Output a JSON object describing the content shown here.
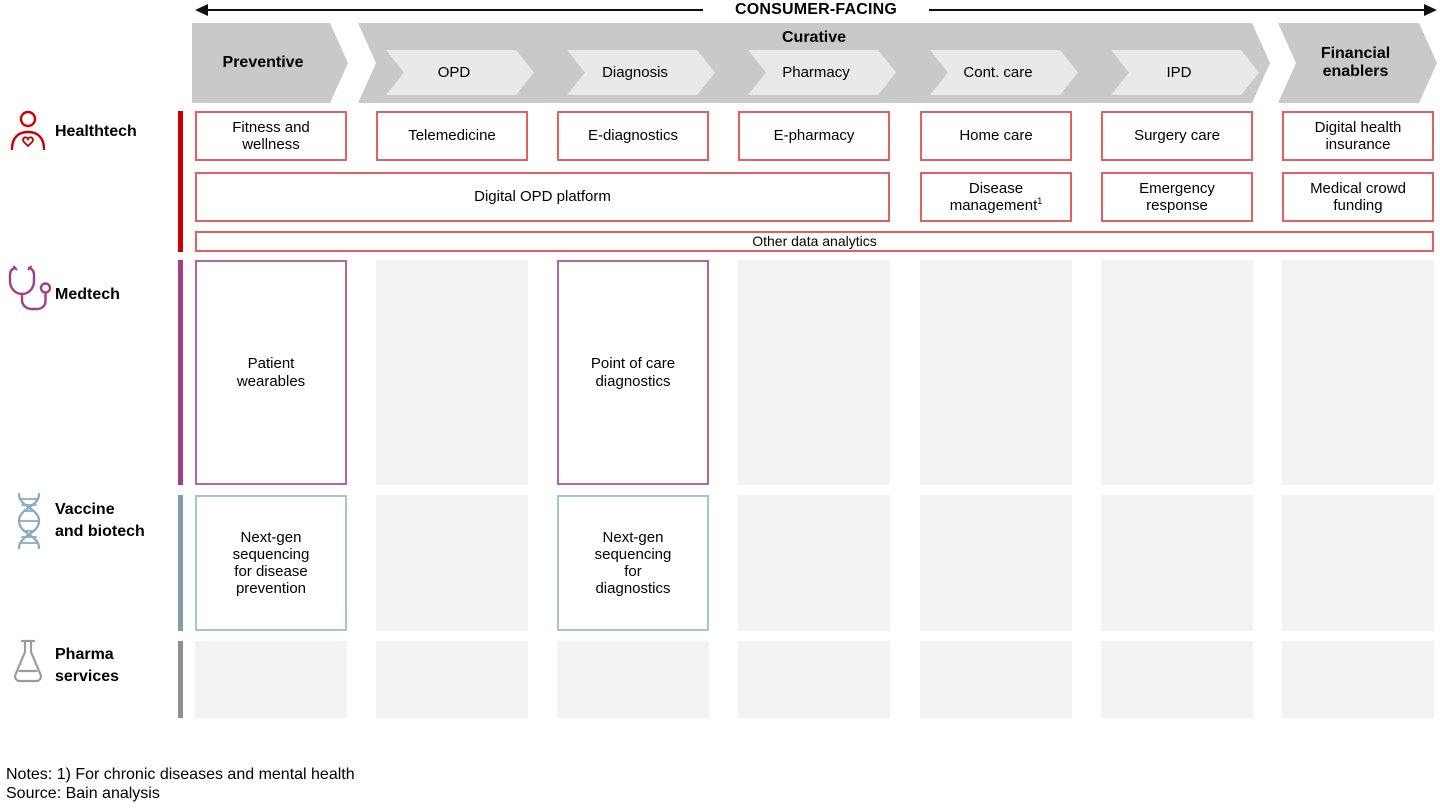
{
  "header": {
    "consumer_facing": "CONSUMER-FACING",
    "stages": {
      "preventive": "Preventive",
      "curative": "Curative",
      "curative_sub": [
        "OPD",
        "Diagnosis",
        "Pharmacy",
        "Cont. care",
        "IPD"
      ],
      "financial": "Financial\nenablers"
    }
  },
  "rows": {
    "healthtech": {
      "label": "Healthtech",
      "cells_row1": [
        "Fitness and\nwellness",
        "Telemedicine",
        "E-diagnostics",
        "E-pharmacy",
        "Home care",
        "Surgery care",
        "Digital health\ninsurance"
      ],
      "platform": "Digital OPD platform",
      "cells_row2": [
        "Disease\nmanagement",
        "Emergency\nresponse",
        "Medical crowd\nfunding"
      ],
      "footnote_marker": "1",
      "analytics": "Other data analytics"
    },
    "medtech": {
      "label": "Medtech",
      "preventive_cell": "Patient\nwearables",
      "diagnosis_cell": "Point of care\ndiagnostics"
    },
    "vaccine_biotech": {
      "label": "Vaccine\nand biotech",
      "preventive_cell": "Next-gen\nsequencing\nfor disease\nprevention",
      "diagnosis_cell": "Next-gen\nsequencing\nfor\ndiagnostics"
    },
    "pharma_services": {
      "label": "Pharma\nservices"
    }
  },
  "notes": {
    "line1": "Notes: 1) For chronic diseases and mental health",
    "line2": "Source: Bain analysis"
  },
  "colors": {
    "red_bar": "#cc0000",
    "red_border": "#e26060",
    "purple_bar": "#a23d87",
    "purple_border": "#b4679f",
    "blue_bar": "#7e9db1",
    "blue_border": "#abc2d0",
    "gray_bar": "#8f8f8f",
    "box_gray": "#f2f2f2",
    "chevron_dark": "#c9c9c9",
    "chevron_light": "#e9e9e9",
    "text": "#000000"
  }
}
